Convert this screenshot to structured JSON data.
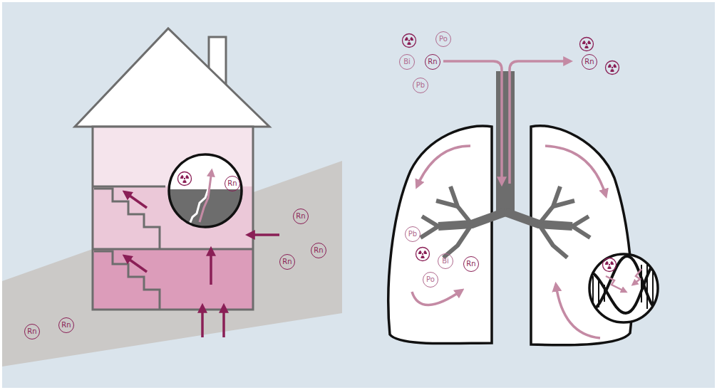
{
  "diagram": {
    "nodes": [
      {
        "text": [
          "Rn"
        ]
      },
      {
        "text": [
          "Rn"
        ]
      },
      {
        "text": [
          "Rn"
        ]
      },
      {
        "text": [
          "Rn"
        ]
      },
      {
        "text": [
          "Rn"
        ]
      },
      {
        "text": [
          "Rn"
        ]
      },
      {
        "text": [
          "Po"
        ]
      },
      {
        "text": [
          "Bi"
        ]
      },
      {
        "text": [
          "Rn"
        ]
      },
      {
        "text": [
          "Pb"
        ]
      },
      {
        "text": [
          "Rn"
        ]
      },
      {
        "text": [
          "Pb"
        ]
      },
      {
        "text": [
          "Bi"
        ]
      },
      {
        "text": [
          "Rn"
        ]
      },
      {
        "text": [
          "Po"
        ]
      }
    ]
  }
}
